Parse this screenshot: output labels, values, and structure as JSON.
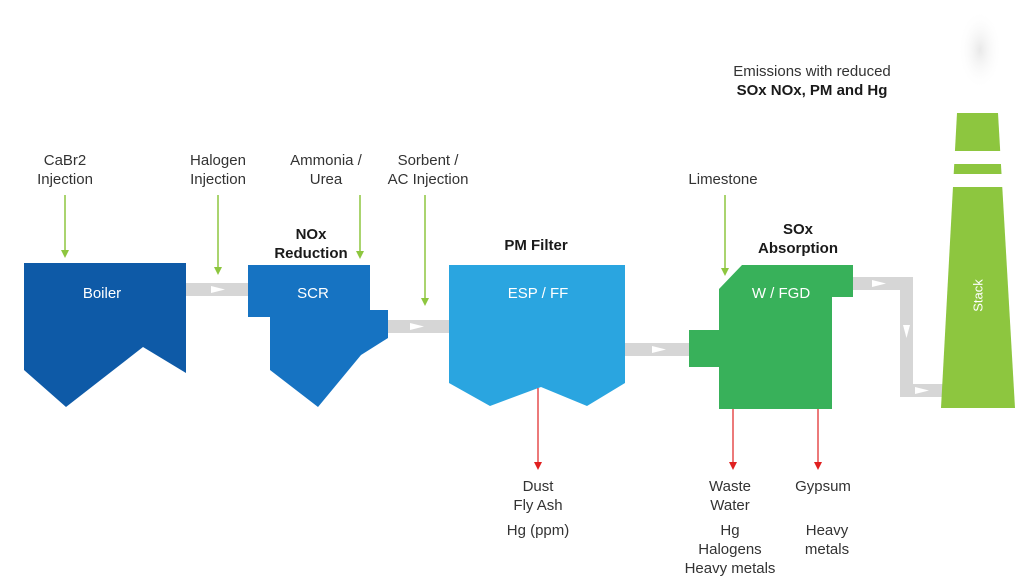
{
  "colors": {
    "boiler": "#0e5aa7",
    "scr": "#1673c2",
    "esp": "#2aa5e0",
    "fgd": "#38b15a",
    "stack": "#8dc63f",
    "duct": "#d6d6d6",
    "input_arrow": "#8dc63f",
    "output_arrow": "#e02020"
  },
  "inputs": {
    "cabr2": [
      "CaBr2",
      "Injection"
    ],
    "halogen": [
      "Halogen",
      "Injection"
    ],
    "ammonia": [
      "Ammonia /",
      "Urea"
    ],
    "sorbent": [
      "Sorbent  /",
      "AC Injection"
    ],
    "limestone": [
      "Limestone"
    ]
  },
  "stages": {
    "nox": [
      "NOx",
      "Reduction"
    ],
    "pm": [
      "PM Filter"
    ],
    "sox": [
      "SOx",
      "Absorption"
    ]
  },
  "units": {
    "boiler": "Boiler",
    "scr": "SCR",
    "esp": "ESP / FF",
    "fgd": "W / FGD",
    "stack": "Stack"
  },
  "emissions": {
    "line1": "Emissions with reduced",
    "line2": "SOx NOx, PM and Hg"
  },
  "outputs": {
    "dust": [
      "Dust",
      "Fly Ash"
    ],
    "dust_hg": "Hg (ppm)",
    "waste": [
      "Waste",
      "Water"
    ],
    "waste_contents": [
      "Hg",
      "Halogens",
      "Heavy metals"
    ],
    "gypsum": [
      "Gypsum"
    ],
    "gypsum_contents": [
      "Heavy",
      "metals"
    ]
  }
}
